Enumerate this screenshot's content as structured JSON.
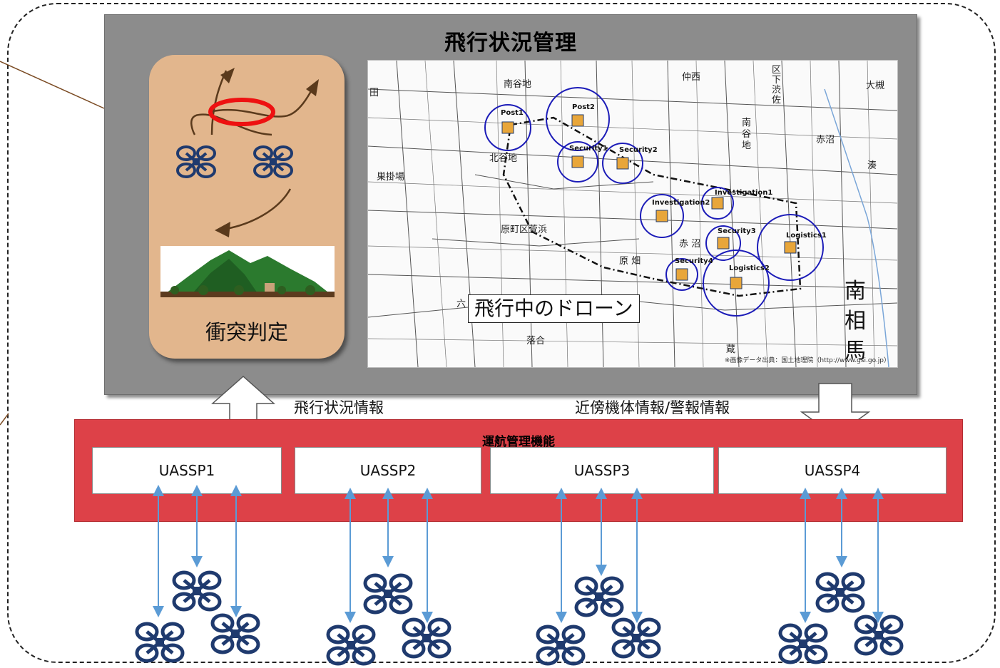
{
  "flight_management": {
    "title": "飛行状況管理",
    "collision_label": "衝突判定",
    "map": {
      "inflight_label": "飛行中のドローン",
      "credit": "※画像データ出典：国土地理院（http://www.gsi.go.jp）",
      "place_names": [
        "南谷地",
        "仲西",
        "区",
        "下",
        "渋",
        "佐",
        "大槻",
        "田",
        "南",
        "谷",
        "地",
        "赤沼",
        "湊",
        "北谷地",
        "巣掛場",
        "原町区萱浜",
        "赤 沼",
        "原 畑",
        "六",
        "落合",
        "蔵"
      ],
      "big_text": [
        "南",
        "相",
        "馬"
      ],
      "drones": [
        "Post1",
        "Post2",
        "Security1",
        "Security2",
        "Investigation1",
        "Investigation2",
        "Security3",
        "Logistics1",
        "Security4",
        "Logistics2"
      ]
    }
  },
  "flows": {
    "up_label": "飛行状況情報",
    "down_label": "近傍機体情報/警報情報"
  },
  "operations": {
    "title": "運航管理機能",
    "providers": [
      "UASSP1",
      "UASSP2",
      "UASSP3",
      "UASSP4"
    ]
  },
  "colors": {
    "panel_gray": "#8c8c8c",
    "card_tan": "#e2b68d",
    "band_red": "#dd4148",
    "drone_navy": "#1f3a6e",
    "link_blue": "#5b9bd5",
    "callout_brown": "#7a4a22",
    "circle_blue": "#1c1cb8"
  },
  "icons": {
    "drone": "quadcopter-icon",
    "mountain": "mountain-landscape-icon",
    "collision": "collision-ring-icon"
  }
}
